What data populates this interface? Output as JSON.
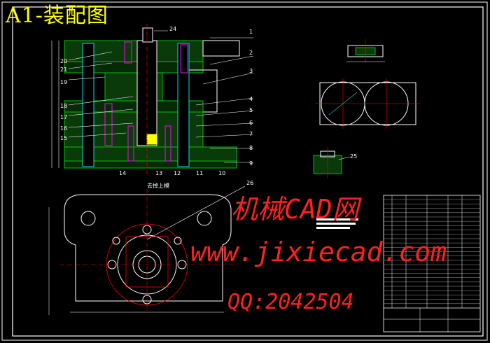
{
  "title": "A1-装配图",
  "watermark": {
    "site_cn": "机械CAD网",
    "url": "www.jixiecad.com",
    "qq": "QQ:2042504"
  },
  "callouts_right": [
    "1",
    "2",
    "3",
    "4",
    "5",
    "6",
    "7",
    "8",
    "9"
  ],
  "callouts_left": [
    "20",
    "21",
    "19",
    "18",
    "17",
    "16",
    "15"
  ],
  "callouts_bottom": [
    "14",
    "13",
    "12",
    "11",
    "10"
  ],
  "callout_top": "24",
  "callout_plan": "26",
  "callout_detail": "25",
  "plan_view_label": "去掉上模",
  "colors": {
    "background": "#000000",
    "title": "#ffff00",
    "watermark": "#ff2020",
    "green": "#00c000",
    "cyan": "#00e0e0",
    "red": "#ff0000",
    "white": "#ffffff",
    "magenta": "#ff00ff"
  }
}
